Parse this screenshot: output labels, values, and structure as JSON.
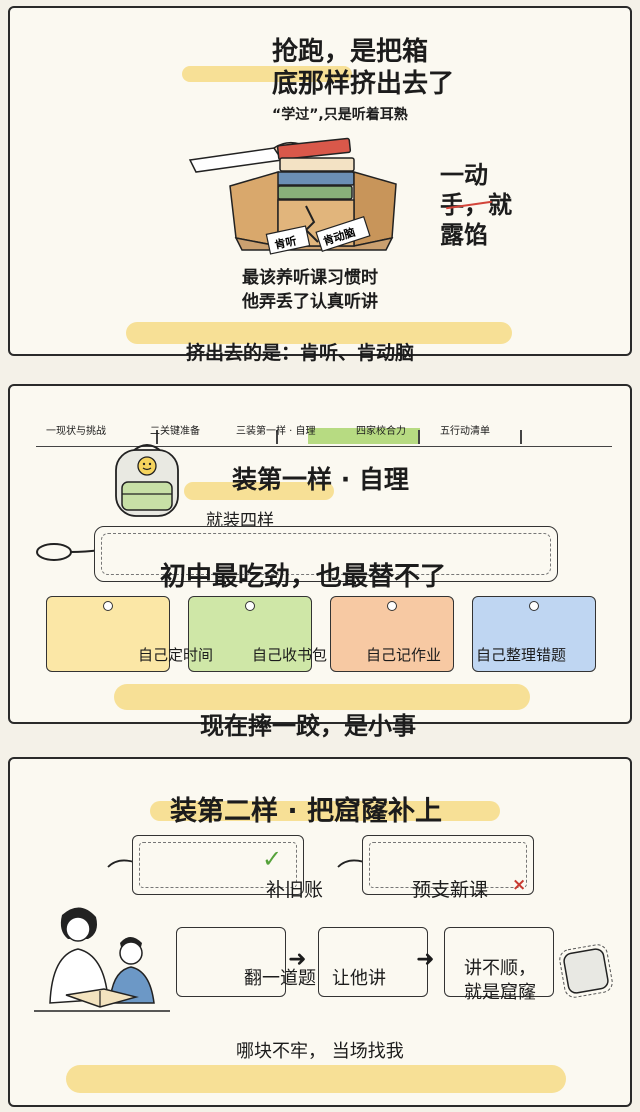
{
  "panel1": {
    "title_line1": "抢跑，是把箱",
    "title_line2": "底那样挤出去了",
    "subtitle": "“学过”,只是听着耳熟",
    "side_line1": "一动",
    "side_line2": "手，就",
    "side_line3": "露馅",
    "box_label_left": "肯听",
    "box_label_right": "肯动脑",
    "mid_line1": "最该养听课习惯时",
    "mid_line2": "他弄丢了认真听讲",
    "footer": "挤出去的是：肯听、肯动脑"
  },
  "panel2": {
    "nav": [
      "一现状与挑战",
      "二关键准备",
      "三装第一样 · 自理",
      "四家校合力",
      "五行动清单"
    ],
    "title": "装第一样 · 自理",
    "subtitle": "就装四样",
    "tag_text": "初中最吃劲，也最替不了",
    "cards": [
      {
        "label": "自己定时间",
        "color": "#fbe7a6"
      },
      {
        "label": "自己收书包",
        "color": "#cfe7a7"
      },
      {
        "label": "自己记作业",
        "color": "#f7c9a3"
      },
      {
        "label": "自己整理错题",
        "color": "#bfd6f2"
      }
    ],
    "footer": "现在摔一跤，是小事"
  },
  "panel3": {
    "title": "装第二样 · 把窟窿补上",
    "tag_left": "补旧账",
    "tag_right": "预支新课",
    "steps": [
      "翻一道题",
      "让他讲",
      "讲不顺，",
      "就是窟窿"
    ],
    "footer": "哪块不牢，  当场找我"
  }
}
